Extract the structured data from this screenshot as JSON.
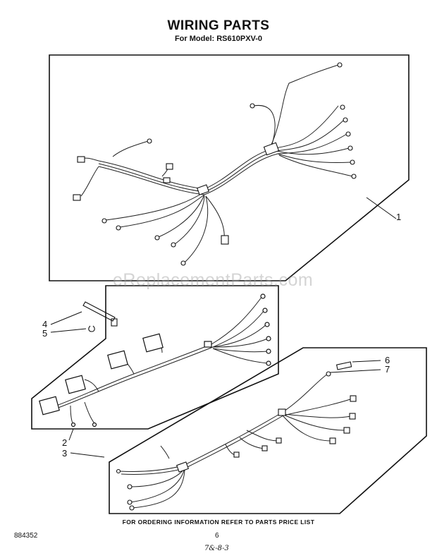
{
  "header": {
    "title": "WIRING PARTS",
    "model_line": "For Model: RS610PXV-0"
  },
  "watermark": "eReplacementParts.com",
  "callouts": [
    "1",
    "2",
    "3",
    "4",
    "5",
    "6",
    "7"
  ],
  "footer": {
    "note": "FOR ORDERING INFORMATION REFER TO PARTS PRICE LIST",
    "doc_number": "884352",
    "page_number": "6",
    "handwritten": "7&-8-3"
  },
  "colors": {
    "ink": "#111111",
    "watermark": "#a0a0a0"
  }
}
